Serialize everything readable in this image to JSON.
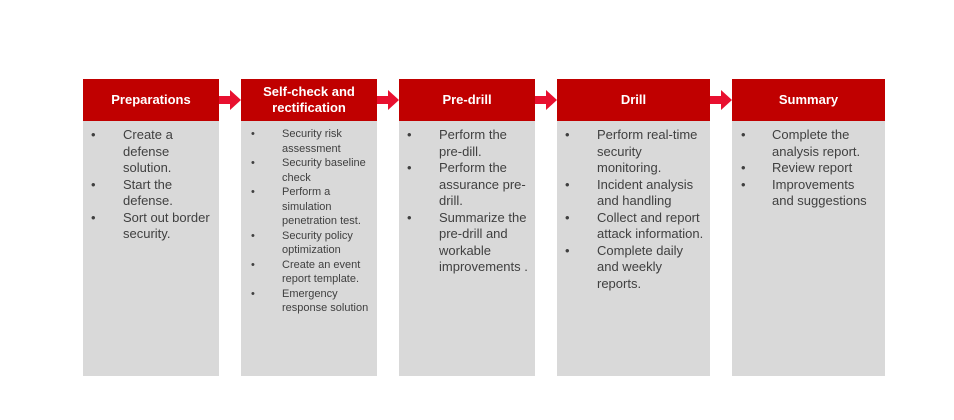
{
  "diagram": {
    "accent_color": "#c00000",
    "box_color": "#d9d9d9",
    "stages": [
      {
        "title": "Preparations",
        "items": [
          "Create a defense solution.",
          "Start the defense.",
          "Sort out border security."
        ]
      },
      {
        "title": "Self-check and rectification",
        "items": [
          "Security risk assessment",
          "Security baseline check",
          "Perform a simulation penetration test.",
          "Security policy optimization",
          "Create an event report template.",
          "Emergency response solution"
        ]
      },
      {
        "title": "Pre-drill",
        "items": [
          "Perform the pre-dill.",
          "Perform the assurance pre-drill.",
          "Summarize the pre-drill and workable improvements ."
        ]
      },
      {
        "title": "Drill",
        "items": [
          "Perform real-time security monitoring.",
          "Incident analysis and handling",
          "Collect and report attack information.",
          "Complete daily and weekly reports."
        ]
      },
      {
        "title": "Summary",
        "items": [
          "Complete the analysis report.",
          "Review report",
          "Improvements and suggestions"
        ]
      }
    ]
  }
}
